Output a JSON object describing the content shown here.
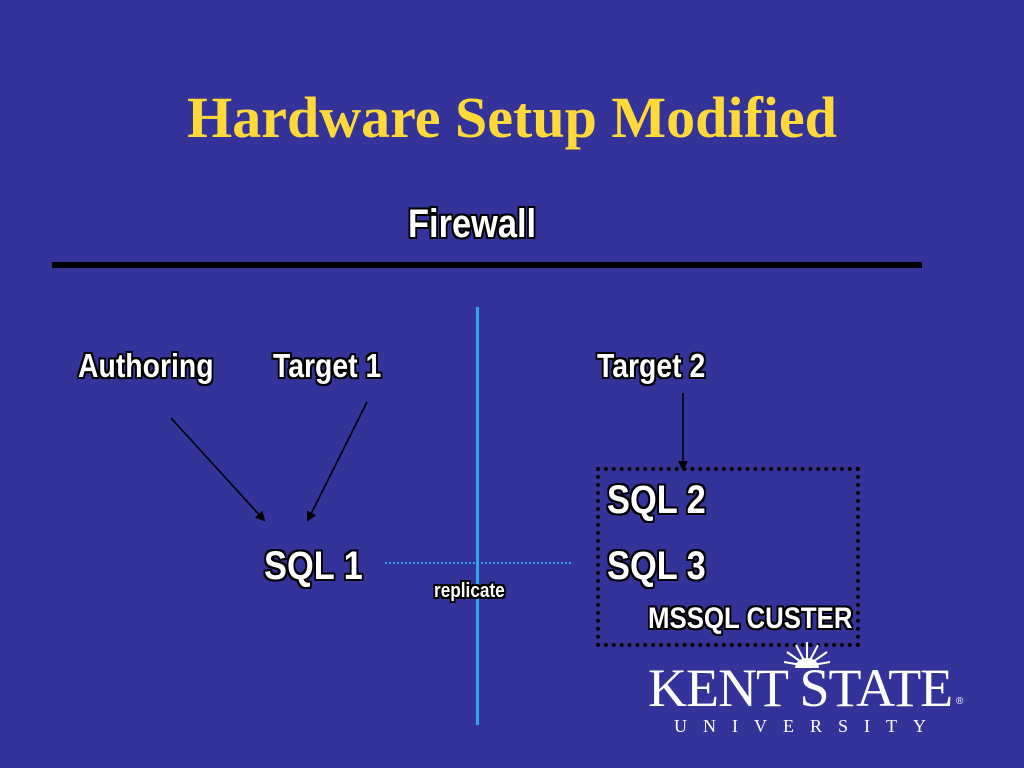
{
  "slide": {
    "title": "Hardware Setup Modified"
  },
  "diagram": {
    "firewall": "Firewall",
    "authoring": "Authoring",
    "target1": "Target 1",
    "target2": "Target 2",
    "sql1": "SQL 1",
    "sql2": "SQL 2",
    "sql3": "SQL 3",
    "replicate": "replicate",
    "cluster": "MSSQL CUSTER"
  },
  "logo": {
    "name": "KENT STATE",
    "sub": "UNIVERSITY",
    "mark": "®"
  },
  "colors": {
    "background": "#333399",
    "title": "#FFD83A",
    "divider": "#2fa9e6",
    "replicate_line": "#2fa9e6"
  }
}
